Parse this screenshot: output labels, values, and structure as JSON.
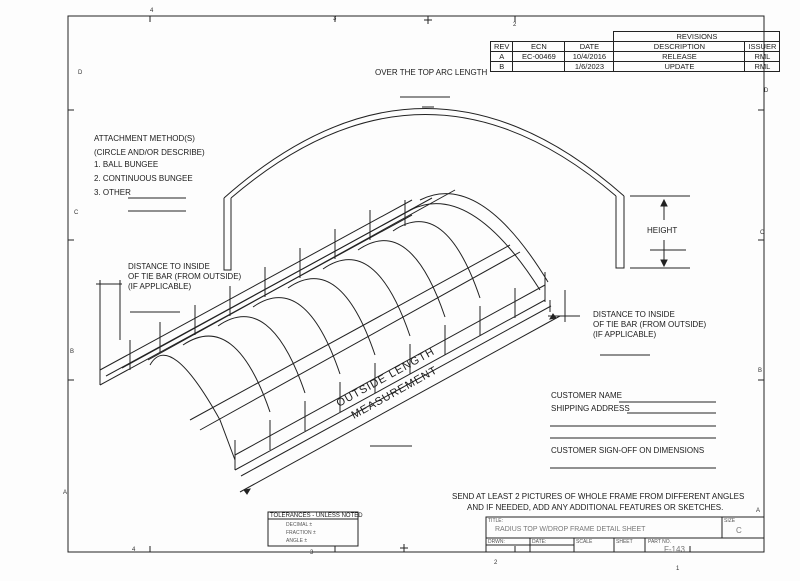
{
  "revisions": {
    "title": "REVISIONS",
    "headers": [
      "REV",
      "ECN",
      "DATE",
      "DESCRIPTION",
      "ISSUER"
    ],
    "rows": [
      [
        "A",
        "EC-00469",
        "10/4/2016",
        "RELEASE",
        "RML"
      ],
      [
        "B",
        "",
        "1/6/2023",
        "UPDATE",
        "RML"
      ]
    ]
  },
  "labels": {
    "arc_length": "OVER THE TOP ARC LENGTH",
    "attach_title": "ATTACHMENT METHOD(S)",
    "attach_sub": "(CIRCLE AND/OR DESCRIBE)",
    "attach_1": "1. BALL BUNGEE",
    "attach_2": "2. CONTINUOUS BUNGEE",
    "attach_3": "3. OTHER",
    "height": "HEIGHT",
    "tie_left_1": "DISTANCE TO INSIDE",
    "tie_left_2": "OF TIE BAR (FROM OUTSIDE)",
    "tie_left_3": "(IF APPLICABLE)",
    "tie_right_1": "DISTANCE TO INSIDE",
    "tie_right_2": "OF TIE BAR (FROM OUTSIDE)",
    "tie_right_3": "(IF APPLICABLE)",
    "outside_1": "OUTSIDE LENGTH",
    "outside_2": "MEASUREMENT",
    "customer_name": "CUSTOMER NAME",
    "shipping": "SHIPPING ADDRESS",
    "signoff": "CUSTOMER SIGN-OFF ON DIMENSIONS",
    "send_1": "SEND AT LEAST 2 PICTURES OF WHOLE FRAME FROM DIFFERENT ANGLES",
    "send_2": "AND IF NEEDED, ADD ANY ADDITIONAL FEATURES OR SKETCHES."
  },
  "title_block": {
    "tolerances": "TOLERANCES - UNLESS NOTED",
    "decimal": "DECIMAL ±",
    "fraction": "FRACTION ±",
    "angle": "ANGLE ±",
    "title_label": "TITLE:",
    "title": "RADIUS TOP W/DROP FRAME DETAIL SHEET",
    "size_label": "SIZE",
    "size": "C",
    "drwn": "DRWN:",
    "date": "DATE:",
    "scale": "SCALE",
    "sheet": "SHEET",
    "part_label": "PART NO.",
    "part_no": "F-143"
  },
  "zones": {
    "top": [
      "4",
      "3",
      "2"
    ],
    "bottom": [
      "4",
      "3",
      "2",
      "1"
    ],
    "left": [
      "D",
      "C",
      "B",
      "A"
    ],
    "right": [
      "D",
      "C",
      "B",
      "A"
    ]
  }
}
